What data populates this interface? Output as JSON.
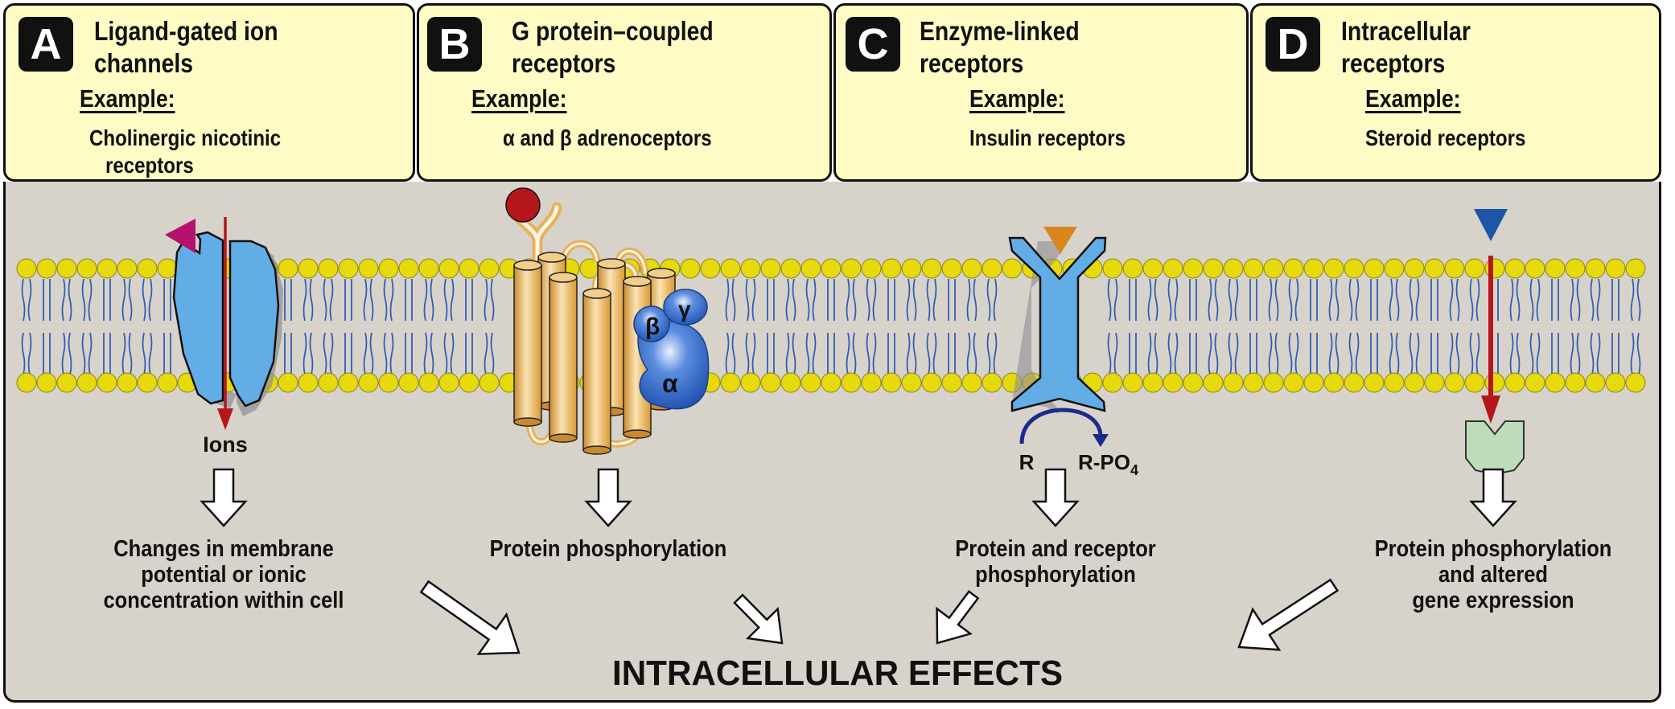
{
  "panels": [
    {
      "letter": "A",
      "title_lines": [
        "Ligand-gated ion",
        "channels"
      ],
      "example_label": "Example:",
      "example_lines": [
        "Cholinergic nicotinic",
        "receptors"
      ],
      "outcome_lines": [
        "Changes in membrane",
        "potential or ionic",
        "concentration within cell"
      ],
      "ligand_color": "#b5126e",
      "mechanism_label": "Ions"
    },
    {
      "letter": "B",
      "title_lines": [
        "G protein–coupled",
        "receptors"
      ],
      "example_label": "Example:",
      "example_lines": [
        "α and β adrenoceptors"
      ],
      "outcome_lines": [
        "Protein phosphorylation"
      ],
      "ligand_color": "#b5161c",
      "g_protein_subunits": [
        "β",
        "γ",
        "α"
      ]
    },
    {
      "letter": "C",
      "title_lines": [
        "Enzyme-linked",
        "receptors"
      ],
      "example_label": "Example:",
      "example_lines": [
        "Insulin receptors"
      ],
      "outcome_lines": [
        "Protein and receptor",
        "phosphorylation"
      ],
      "ligand_color": "#d9861f",
      "substrate_label": "R",
      "product_label": "R-PO",
      "product_subscript": "4"
    },
    {
      "letter": "D",
      "title_lines": [
        "Intracellular",
        "receptors"
      ],
      "example_label": "Example:",
      "example_lines": [
        "Steroid receptors"
      ],
      "outcome_lines": [
        "Protein phosphorylation",
        "and altered",
        "gene expression"
      ],
      "ligand_color": "#1d55a8"
    }
  ],
  "footer": {
    "title": "INTRACELLULAR EFFECTS"
  },
  "colors": {
    "header_bg": "#fefbc5",
    "cell_bg": "#d8d3ca",
    "lipid_head": "#e6d90c",
    "lipid_tail": "#2f5fb5",
    "receptor_blue": "#62ade6",
    "gpcr_gold": "#e7b05a",
    "g_protein_blue": "#2d62c4",
    "intracellular_receptor": "#bfdcba",
    "ion_arrow": "#b5161c",
    "phospho_arrow": "#1c2a8c"
  }
}
